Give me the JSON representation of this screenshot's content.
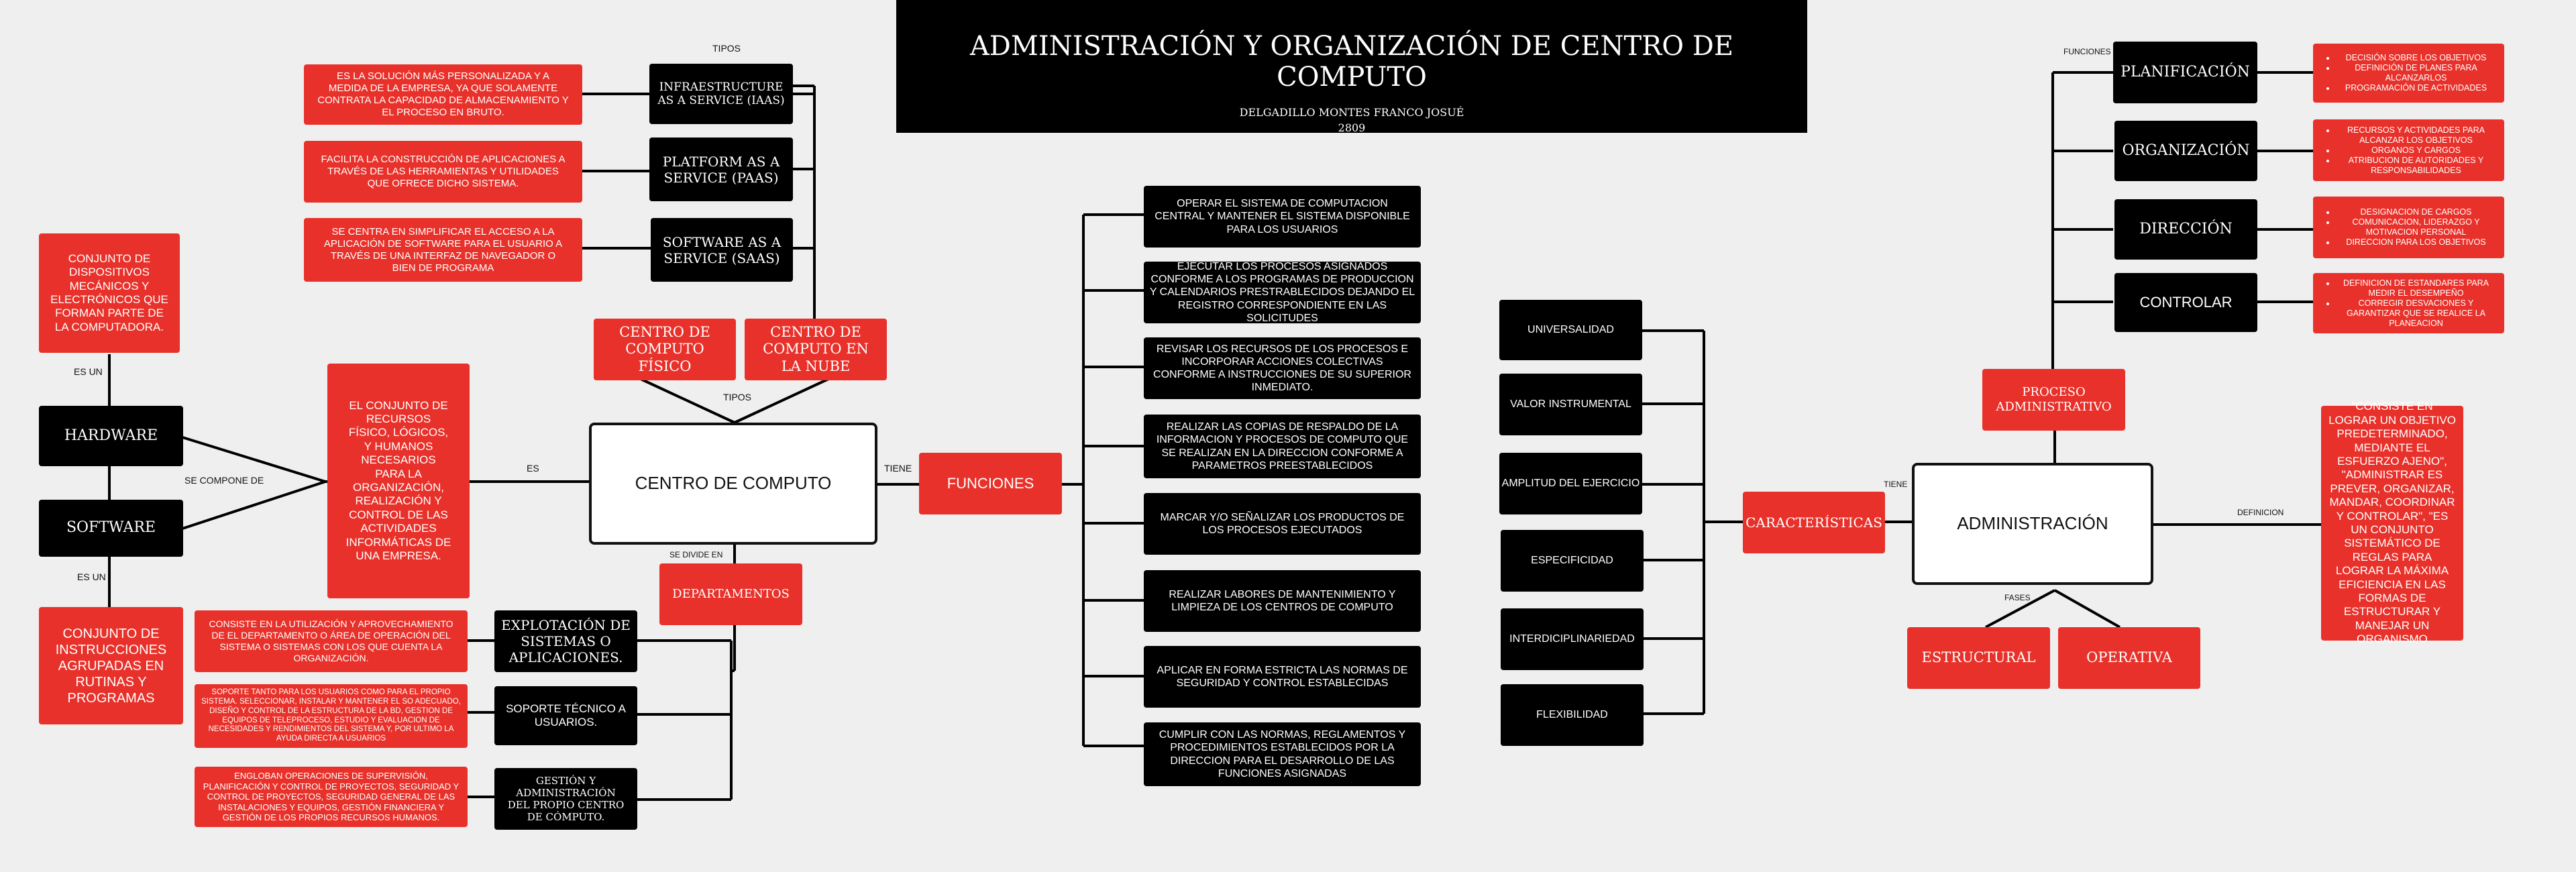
{
  "header": {
    "title": "ADMINISTRACIÓN Y ORGANIZACIÓN DE CENTRO DE COMPUTO",
    "author": "DELGADILLO MONTES FRANCO JOSUÉ",
    "code": "2809"
  },
  "left": {
    "hardware_desc": "CONJUNTO DE DISPOSITIVOS MECÁNICOS Y ELECTRÓNICOS QUE FORMAN PARTE DE LA COMPUTADORA.",
    "es_un_1": "ES UN",
    "hardware": "HARDWARE",
    "se_compone_de": "SE COMPONE DE",
    "software": "SOFTWARE",
    "es_un_2": "ES UN",
    "software_desc": "CONJUNTO DE INSTRUCCIONES AGRUPADAS EN RUTINAS Y PROGRAMAS",
    "cc_desc": "EL CONJUNTO DE RECURSOS FÍSICO, LÓGICOS, Y HUMANOS NECESARIOS PARA LA ORGANIZACIÓN, REALIZACIÓN Y CONTROL DE LAS ACTIVIDADES INFORMÁTICAS DE UNA EMPRESA.",
    "es": "ES"
  },
  "cloud": {
    "tipos_top": "TIPOS",
    "services": [
      {
        "name": "INFRAESTRUCTURE AS A SERVICE (IAAS)",
        "desc": "ES LA SOLUCIÓN MÁS PERSONALIZADA Y A MEDIDA DE LA EMPRESA, YA QUE SOLAMENTE CONTRATA LA CAPACIDAD DE ALMACENAMIENTO Y EL PROCESO EN BRUTO."
      },
      {
        "name": "PLATFORM AS A SERVICE (PAAS)",
        "desc": "FACILITA LA CONSTRUCCIÓN DE APLICACIONES A TRAVÉS DE LAS HERRAMIENTAS Y UTILIDADES QUE OFRECE DICHO SISTEMA."
      },
      {
        "name": "SOFTWARE AS A SERVICE (SAAS)",
        "desc": "SE CENTRA EN SIMPLIFICAR EL ACCESO A LA APLICACIÓN DE SOFTWARE PARA EL USUARIO A TRAVÉS DE UNA INTERFAZ DE NAVEGADOR O BIEN DE PROGRAMA"
      }
    ],
    "fisico": "CENTRO DE COMPUTO FÍSICO",
    "nube": "CENTRO DE COMPUTO EN LA NUBE",
    "tipos": "TIPOS"
  },
  "center": {
    "title": "CENTRO DE COMPUTO",
    "tiene": "TIENE",
    "se_divide_en": "SE DIVIDE EN",
    "departamentos": "DEPARTAMENTOS"
  },
  "departments": [
    {
      "name": "EXPLOTACIÓN DE SISTEMAS O APLICACIONES.",
      "desc": "CONSISTE EN LA UTILIZACIÓN Y APROVECHAMIENTO DE EL DEPARTAMENTO O ÁREA DE OPERACIÓN DEL SISTEMA O SISTEMAS CON LOS QUE CUENTA LA ORGANIZACIÓN."
    },
    {
      "name": "SOPORTE TÉCNICO A USUARIOS.",
      "desc": "SOPORTE TANTO PARA LOS USUARIOS COMO PARA EL PROPIO SISTEMA. SELECCIONAR, INSTALAR Y MANTENER EL SO ADECUADO, DISEÑO Y CONTROL DE LA ESTRUCTURA DE LA BD, GESTION DE EQUIPOS DE TELEPROCESO, ESTUDIO Y EVALUACION DE NECESIDADES Y RENDIMIENTOS DEL SISTEMA Y, POR ULTIMO LA AYUDA DIRECTA A USUARIOS"
    },
    {
      "name": "GESTIÓN Y ADMINISTRACIÓN DEL PROPIO CENTRO DE CÓMPUTO.",
      "desc": "ENGLOBAN OPERACIONES DE SUPERVISIÓN, PLANIFICACIÓN Y CONTROL DE PROYECTOS, SEGURIDAD Y CONTROL DE PROYECTOS, SEGURIDAD GENERAL DE LAS INSTALACIONES Y EQUIPOS, GESTIÓN FINANCIERA Y GESTIÓN DE LOS PROPIOS RECURSOS HUMANOS."
    }
  ],
  "funciones": {
    "title": "FUNCIONES",
    "items": [
      "OPERAR EL SISTEMA DE COMPUTACION CENTRAL Y MANTENER EL SISTEMA DISPONIBLE PARA LOS USUARIOS",
      "EJECUTAR LOS PROCESOS ASIGNADOS CONFORME A LOS PROGRAMAS DE PRODUCCION Y CALENDARIOS PRESTRABLECIDOS DEJANDO EL REGISTRO CORRESPONDIENTE EN LAS SOLICITUDES",
      "REVISAR LOS RECURSOS DE LOS PROCESOS E INCORPORAR ACCIONES COLECTIVAS CONFORME A INSTRUCCIONES DE SU SUPERIOR INMEDIATO.",
      "REALIZAR LAS COPIAS DE RESPALDO DE LA INFORMACION Y PROCESOS DE COMPUTO QUE SE REALIZAN EN LA DIRECCION CONFORME A PARAMETROS PREESTABLECIDOS",
      "MARCAR Y/O SEÑALIZAR LOS PRODUCTOS DE LOS PROCESOS EJECUTADOS",
      "REALIZAR  LABORES DE MANTENIMIENTO Y LIMPIEZA DE LOS CENTROS DE COMPUTO",
      "APLICAR EN FORMA ESTRICTA LAS NORMAS DE SEGURIDAD Y CONTROL ESTABLECIDAS",
      "CUMPLIR CON LAS NORMAS, REGLAMENTOS Y PROCEDIMIENTOS ESTABLECIDOS POR LA DIRECCION PARA EL DESARROLLO DE LAS FUNCIONES ASIGNADAS"
    ]
  },
  "caracteristicas": {
    "title": "CARACTERÍSTICAS",
    "items": [
      "UNIVERSALIDAD",
      "VALOR INSTRUMENTAL",
      "AMPLITUD DEL EJERCICIO",
      "ESPECIFICIDAD",
      "INTERDICIPLINARIEDAD",
      "FLEXIBILIDAD"
    ],
    "tiene": "TIENE"
  },
  "administracion": {
    "title": "ADMINISTRACIÓN",
    "proceso": "PROCESO ADMINISTRATIVO",
    "funciones_label": "FUNCIONES",
    "definicion_label": "DEFINICION",
    "definicion": "\"CONSISTE EN LOGRAR UN OBJETIVO PREDETERMINADO, MEDIANTE EL ESFUERZO AJENO\", \"ADMINISTRAR ES PREVER, ORGANIZAR, MANDAR, COORDINAR Y CONTROLAR\",  \"ES UN CONJUNTO SISTEMÁTICO DE REGLAS PARA LOGRAR LA MÁXIMA EFICIENCIA EN LAS FORMAS DE ESTRUCTURAR Y MANEJAR UN ORGANISMO",
    "fases_label": "FASES",
    "fases": [
      "ESTRUCTURAL",
      "OPERATIVA"
    ],
    "stages": [
      {
        "name": "PLANIFICACIÓN",
        "bullets": [
          "DECISIÓN SOBRE LOS OBJETIVOS",
          "DEFINICIÓN DE PLANES PARA ALCANZARLOS",
          "PROGRAMACIÓN DE ACTIVIDADES"
        ]
      },
      {
        "name": "ORGANIZACIÓN",
        "bullets": [
          "RECURSOS Y ACTIVIDADES PARA ALCANZAR LOS OBJETIVOS",
          "ORGANOS Y CARGOS",
          "ATRIBUCION DE AUTORIDADES Y RESPONSABILIDADES"
        ]
      },
      {
        "name": "DIRECCIÓN",
        "bullets": [
          "DESIGNACION DE CARGOS",
          "COMUNICACION, LIDERAZGO Y MOTIVACION PERSONAL",
          "DIRECCION PARA LOS OBJETIVOS"
        ]
      },
      {
        "name": "CONTROLAR",
        "bullets": [
          "DEFINICION DE ESTANDARES PARA MEDIR EL DESEMPEÑO",
          "CORREGIR DESVACIONES Y GARANTIZAR QUE SE REALICE LA PLANEACION"
        ]
      }
    ]
  }
}
